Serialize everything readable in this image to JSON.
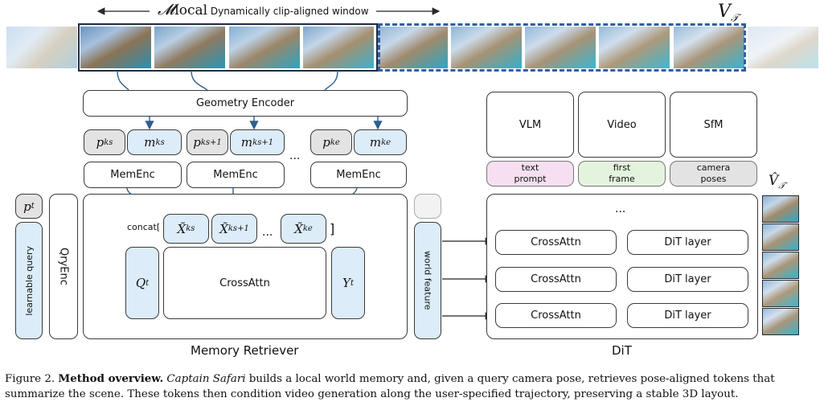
{
  "top": {
    "window_symbol": "𝓜",
    "window_sub": "local",
    "window_label": "Dynamically clip-aligned window",
    "video_symbol": "V",
    "video_sub": "𝒯"
  },
  "encoder": {
    "geometry": "Geometry Encoder"
  },
  "mem_pairs": [
    {
      "p": "p",
      "p_sub": "ks",
      "m": "m",
      "m_sub": "ks"
    },
    {
      "p": "p",
      "p_sub": "ks+1",
      "m": "m",
      "m_sub": "ks+1"
    },
    {
      "p": "p",
      "p_sub": "ke",
      "m": "m",
      "m_sub": "ke"
    }
  ],
  "memenc_label": "MemEnc",
  "ellipsis": "...",
  "retriever": {
    "pt": "p",
    "pt_sub": "t",
    "learnable_query": "learnable query",
    "qryenc": "QryEnc",
    "concat": "concat[",
    "close_bracket": "]",
    "x_tokens": [
      {
        "sym": "X̃",
        "sub": "ks"
      },
      {
        "sym": "X̃",
        "sub": "ks+1"
      },
      {
        "sym": "X̃",
        "sub": "ke"
      }
    ],
    "q": "Q",
    "q_sub": "t",
    "y": "Y",
    "y_sub": "t",
    "crossattn": "CrossAttn",
    "title": "Memory Retriever"
  },
  "world_feature": "world feature",
  "dit": {
    "conditions": [
      "VLM",
      "Video",
      "SfM"
    ],
    "inputs": [
      {
        "label": "text prompt",
        "color": "#f6dff0"
      },
      {
        "label": "first frame",
        "color": "#e4f3de"
      },
      {
        "label": "camera poses",
        "color": "#e3e3e3"
      }
    ],
    "ellipsis": "...",
    "rows": [
      {
        "attn": "CrossAttn",
        "layer": "DiT layer"
      },
      {
        "attn": "CrossAttn",
        "layer": "DiT layer"
      },
      {
        "attn": "CrossAttn",
        "layer": "DiT layer"
      }
    ],
    "title": "DiT",
    "out_symbol": "V̂",
    "out_sub": "𝒯"
  },
  "caption": {
    "prefix": "Figure 2.",
    "bold": "Method overview.",
    "italic": "Captain Safari",
    "rest": " builds a local world memory and, given a query camera pose, retrieves pose-aligned tokens that summarize the scene. These tokens then condition video generation along the user-specified trajectory, preserving a stable 3D layout."
  }
}
